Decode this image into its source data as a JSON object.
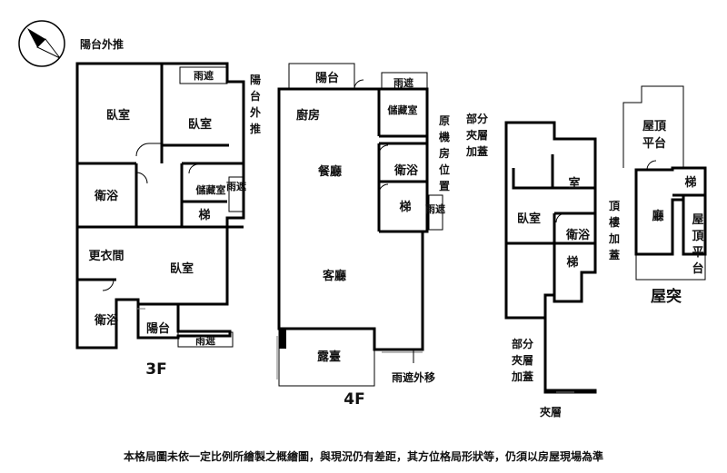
{
  "floors": {
    "f3": {
      "name": "3F",
      "rooms": {
        "bedroom_1": "臥室",
        "bedroom_2": "臥室",
        "bedroom_3": "臥室",
        "bath_1": "衛浴",
        "bath_2": "衛浴",
        "closet": "更衣間",
        "storage": "儲藏室",
        "stairs": "梯",
        "balcony": "陽台"
      },
      "notes": {
        "balcony_extend": "陽台外推",
        "canopy_top": "雨遮",
        "canopy_side": "雨遮",
        "canopy_bottom": "雨遮"
      }
    },
    "f4": {
      "name": "4F",
      "rooms": {
        "kitchen": "廚房",
        "dining": "餐廳",
        "living": "客廳",
        "storage": "儲藏室",
        "bath": "衛浴",
        "stairs": "梯",
        "terrace": "露臺",
        "balcony": "陽台"
      },
      "notes": {
        "balcony_extend": "陽台外推",
        "machine_room": "原機房位置",
        "canopy_top": "雨遮",
        "canopy_side": "雨遮",
        "canopy_move": "雨遮外移"
      }
    },
    "mezzanine": {
      "name": "夾層",
      "rooms": {
        "room": "室",
        "bedroom": "臥室",
        "bath": "衛浴",
        "stairs": "梯"
      },
      "notes": {
        "partial_top": "部分夾層加蓋",
        "partial_bottom": "部分夾層加蓋"
      }
    },
    "roof": {
      "name": "屋突",
      "rooms": {
        "hall": "廳",
        "stairs": "梯",
        "platform_top": "屋頂平台",
        "platform_right": "屋頂平台"
      },
      "notes": {
        "top_addition": "頂樓加蓋"
      }
    }
  },
  "footer": "本格局圖未依一定比例所繪製之概繪圖，與現況仍有差距，其方位格局形狀等，仍須以房屋現場為準"
}
